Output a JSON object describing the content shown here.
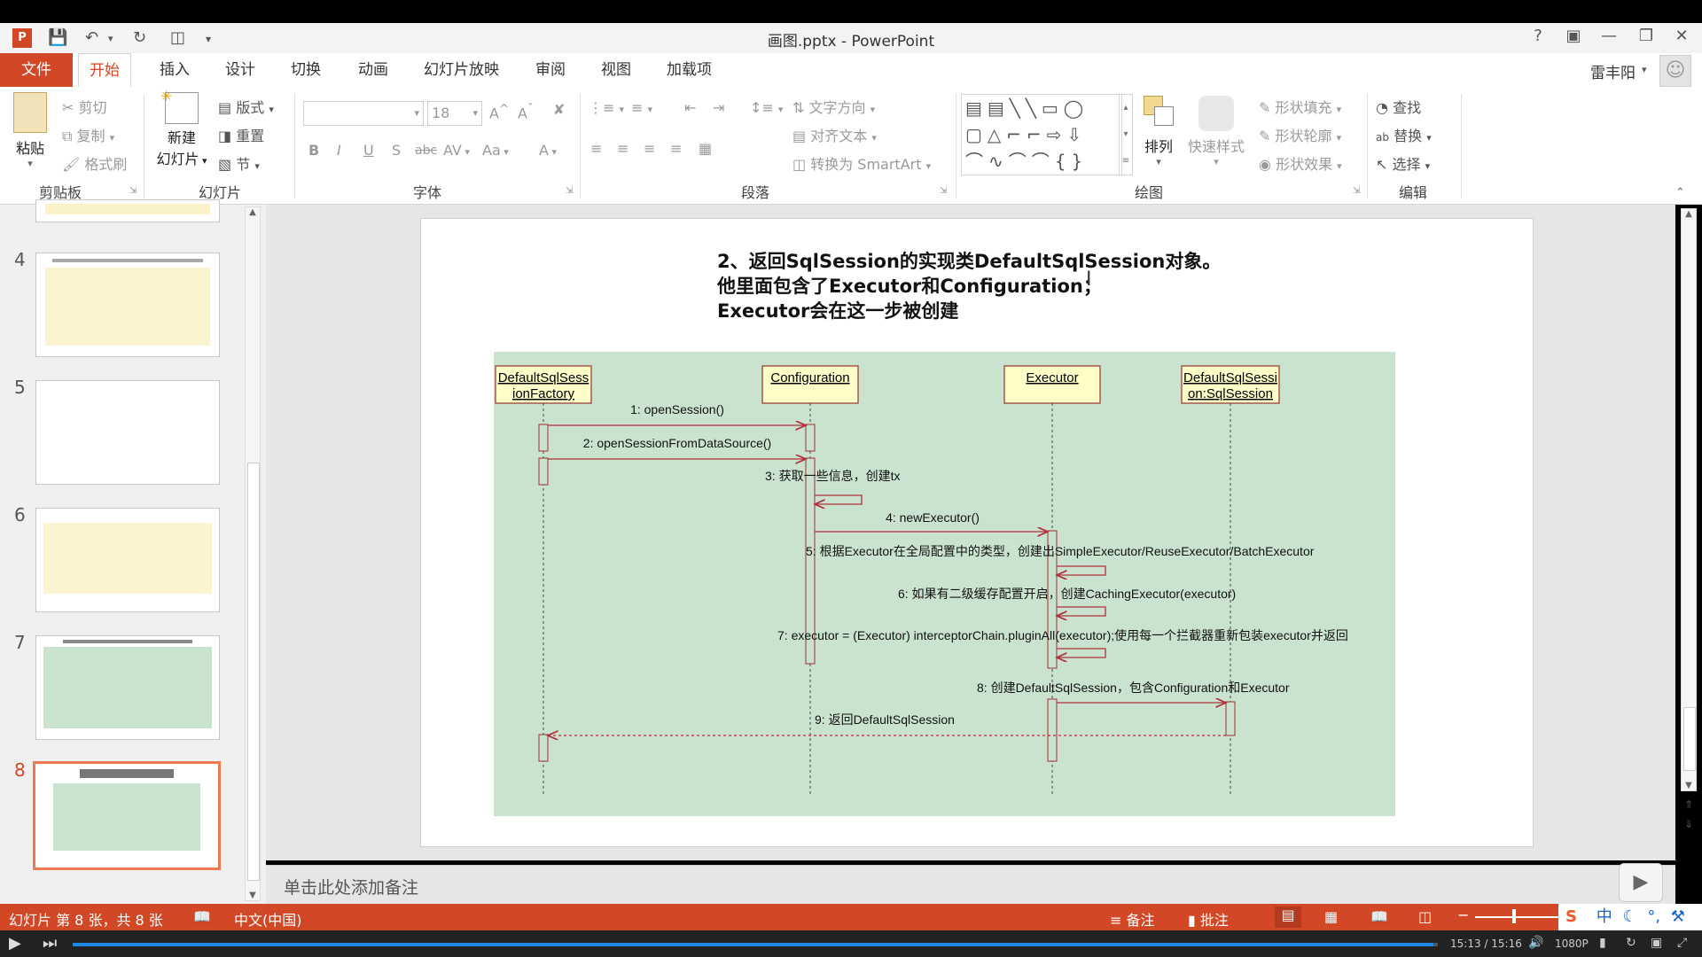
{
  "app": {
    "title": "画图.pptx - PowerPoint",
    "help": "?",
    "user": "雷丰阳"
  },
  "tabs": [
    "文件",
    "开始",
    "插入",
    "设计",
    "切换",
    "动画",
    "幻灯片放映",
    "审阅",
    "视图",
    "加载项"
  ],
  "ribbon": {
    "clipboard": {
      "paste": "粘贴",
      "cut": "剪切",
      "copy": "复制",
      "format_painter": "格式刷",
      "label": "剪贴板"
    },
    "slides": {
      "new_slide_1": "新建",
      "new_slide_2": "幻灯片",
      "layout": "版式",
      "reset": "重置",
      "section": "节",
      "label": "幻灯片"
    },
    "font": {
      "size": "18",
      "label": "字体",
      "b": "B",
      "i": "I",
      "u": "U",
      "s": "S",
      "abc": "abc",
      "av": "AV",
      "aa": "Aa",
      "a": "A"
    },
    "paragraph": {
      "text_direction": "文字方向",
      "align_text": "对齐文本",
      "smartart": "转换为 SmartArt",
      "label": "段落"
    },
    "drawing": {
      "arrange": "排列",
      "quick_styles": "快速样式",
      "fill": "形状填充",
      "outline": "形状轮廓",
      "effects": "形状效果",
      "label": "绘图"
    },
    "editing": {
      "find": "查找",
      "replace": "替换",
      "select": "选择",
      "label": "编辑"
    }
  },
  "thumbnails": {
    "numbers": [
      "4",
      "5",
      "6",
      "7",
      "8"
    ],
    "selected": "8"
  },
  "slide": {
    "line1": "2、返回SqlSession的实现类DefaultSqlSession对象。",
    "line2": "他里面包含了Executor和Configuration；",
    "line3": "Executor会在这一步被创建"
  },
  "diagram": {
    "lifelines": [
      {
        "l1": "DefaultSqlSess",
        "l2": "ionFactory"
      },
      {
        "l1": "Configuration",
        "l2": ""
      },
      {
        "l1": "Executor",
        "l2": ""
      },
      {
        "l1": "DefaultSqlSessi",
        "l2": "on:SqlSession"
      }
    ],
    "messages": [
      "1: openSession()",
      "2: openSessionFromDataSource()",
      "3: 获取一些信息，创建tx",
      "4: newExecutor()",
      "5: 根据Executor在全局配置中的类型，创建出SimpleExecutor/ReuseExecutor/BatchExecutor",
      "6: 如果有二级缓存配置开启，创建CachingExecutor(executor)",
      "7: executor = (Executor) interceptorChain.pluginAll(executor);使用每一个拦截器重新包装executor并返回",
      "8: 创建DefaultSqlSession，包含Configuration和Executor",
      "9: 返回DefaultSqlSession"
    ]
  },
  "notes_placeholder": "单击此处添加备注",
  "status": {
    "slide_info": "幻灯片 第 8 张，共 8 张",
    "language": "中文(中国)",
    "notes": "备注",
    "comments": "批注"
  },
  "player": {
    "time": "15:13 / 15:16",
    "quality": "1080P",
    "progress": 0.997
  }
}
